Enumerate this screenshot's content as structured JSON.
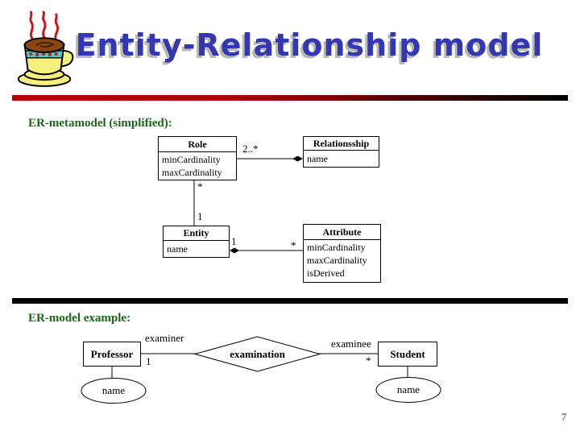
{
  "slide": {
    "title": "Entity-Relationship model",
    "page_number": "7"
  },
  "icons": {
    "logo": "coffee-cup-icon"
  },
  "colors": {
    "title_text": "#3437b2",
    "title_shadow": "#b8b8b8",
    "heading_text": "#1a661a",
    "divider_gradient_start": "#b40000",
    "divider_gradient_end": "#000000",
    "diagram_line": "#000000",
    "background": "#ffffff"
  },
  "metamodel": {
    "heading": "ER-metamodel (simplified):",
    "classes": {
      "role": {
        "name": "Role",
        "attributes": [
          "minCardinality",
          "maxCardinality"
        ]
      },
      "relationship": {
        "name": "Relationsship",
        "attributes": [
          "name"
        ]
      },
      "entity": {
        "name": "Entity",
        "attributes": [
          "name"
        ]
      },
      "attribute": {
        "name": "Attribute",
        "attributes": [
          "minCardinality",
          "maxCardinality",
          "isDerived"
        ]
      }
    },
    "multiplicities": {
      "role_to_relationship": "2..*",
      "role_end": "*",
      "entity_end": "1",
      "entity_to_attribute": "1",
      "attribute_end": "*"
    }
  },
  "example": {
    "heading": "ER-model example:",
    "professor": "Professor",
    "student": "Student",
    "relationship": "examination",
    "professor_attribute": "name",
    "student_attribute": "name",
    "roles": {
      "examiner": "examiner",
      "examiner_cardinality": "1",
      "examinee": "examinee",
      "examinee_cardinality": "*"
    }
  }
}
